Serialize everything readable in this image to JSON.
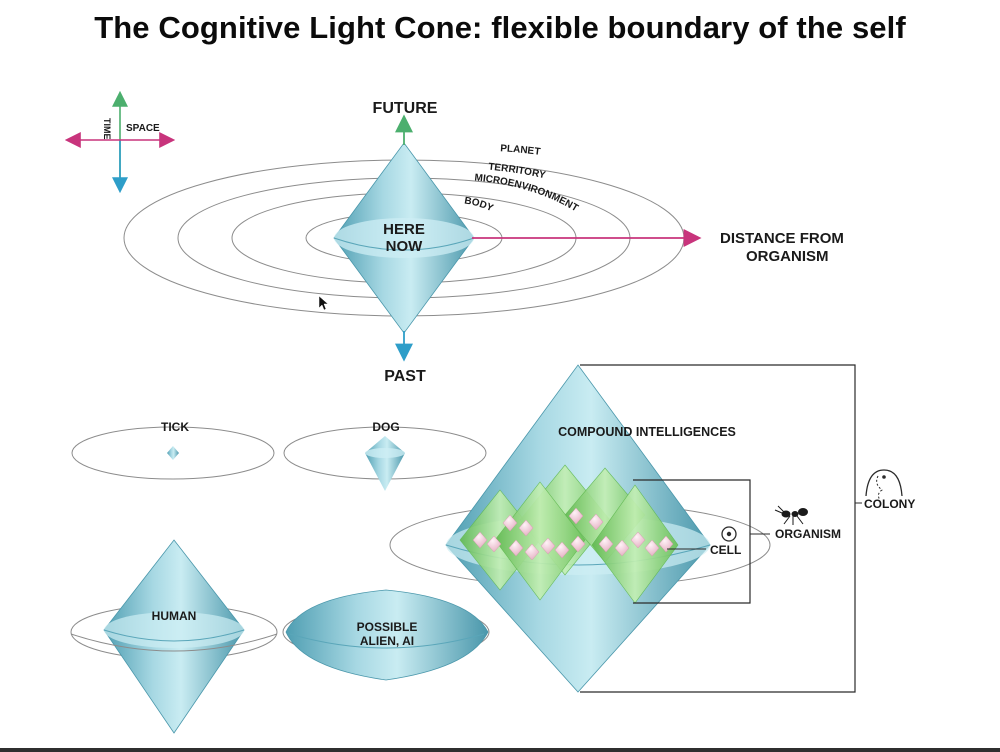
{
  "title": "The Cognitive Light Cone: flexible boundary of the self",
  "legend": {
    "time": "TIME",
    "space": "SPACE"
  },
  "main_cone": {
    "future": "FUTURE",
    "past": "PAST",
    "here_now": [
      "HERE",
      "NOW"
    ],
    "rings": [
      "PLANET",
      "TERRITORY",
      "MICROENVIRONMENT",
      "BODY"
    ],
    "distance": [
      "DISTANCE FROM",
      "ORGANISM"
    ]
  },
  "examples": {
    "tick": "TICK",
    "dog": "DOG",
    "human": "HUMAN",
    "alien": [
      "POSSIBLE",
      "ALIEN, AI"
    ],
    "compound": "COMPOUND INTELLIGENCES",
    "cell": "CELL",
    "organism": "ORGANISM",
    "colony": "COLONY"
  },
  "colors": {
    "cone_light": "#b8e1ea",
    "cone_dark": "#4f9eb2",
    "time_arrow": "#2e9ec9",
    "future_arrow": "#4caf6e",
    "space_arrow": "#c8347c",
    "ring": "#8c8c8c",
    "green_cone": "#8fd67a",
    "pink_cone": "#f0c4d4"
  }
}
